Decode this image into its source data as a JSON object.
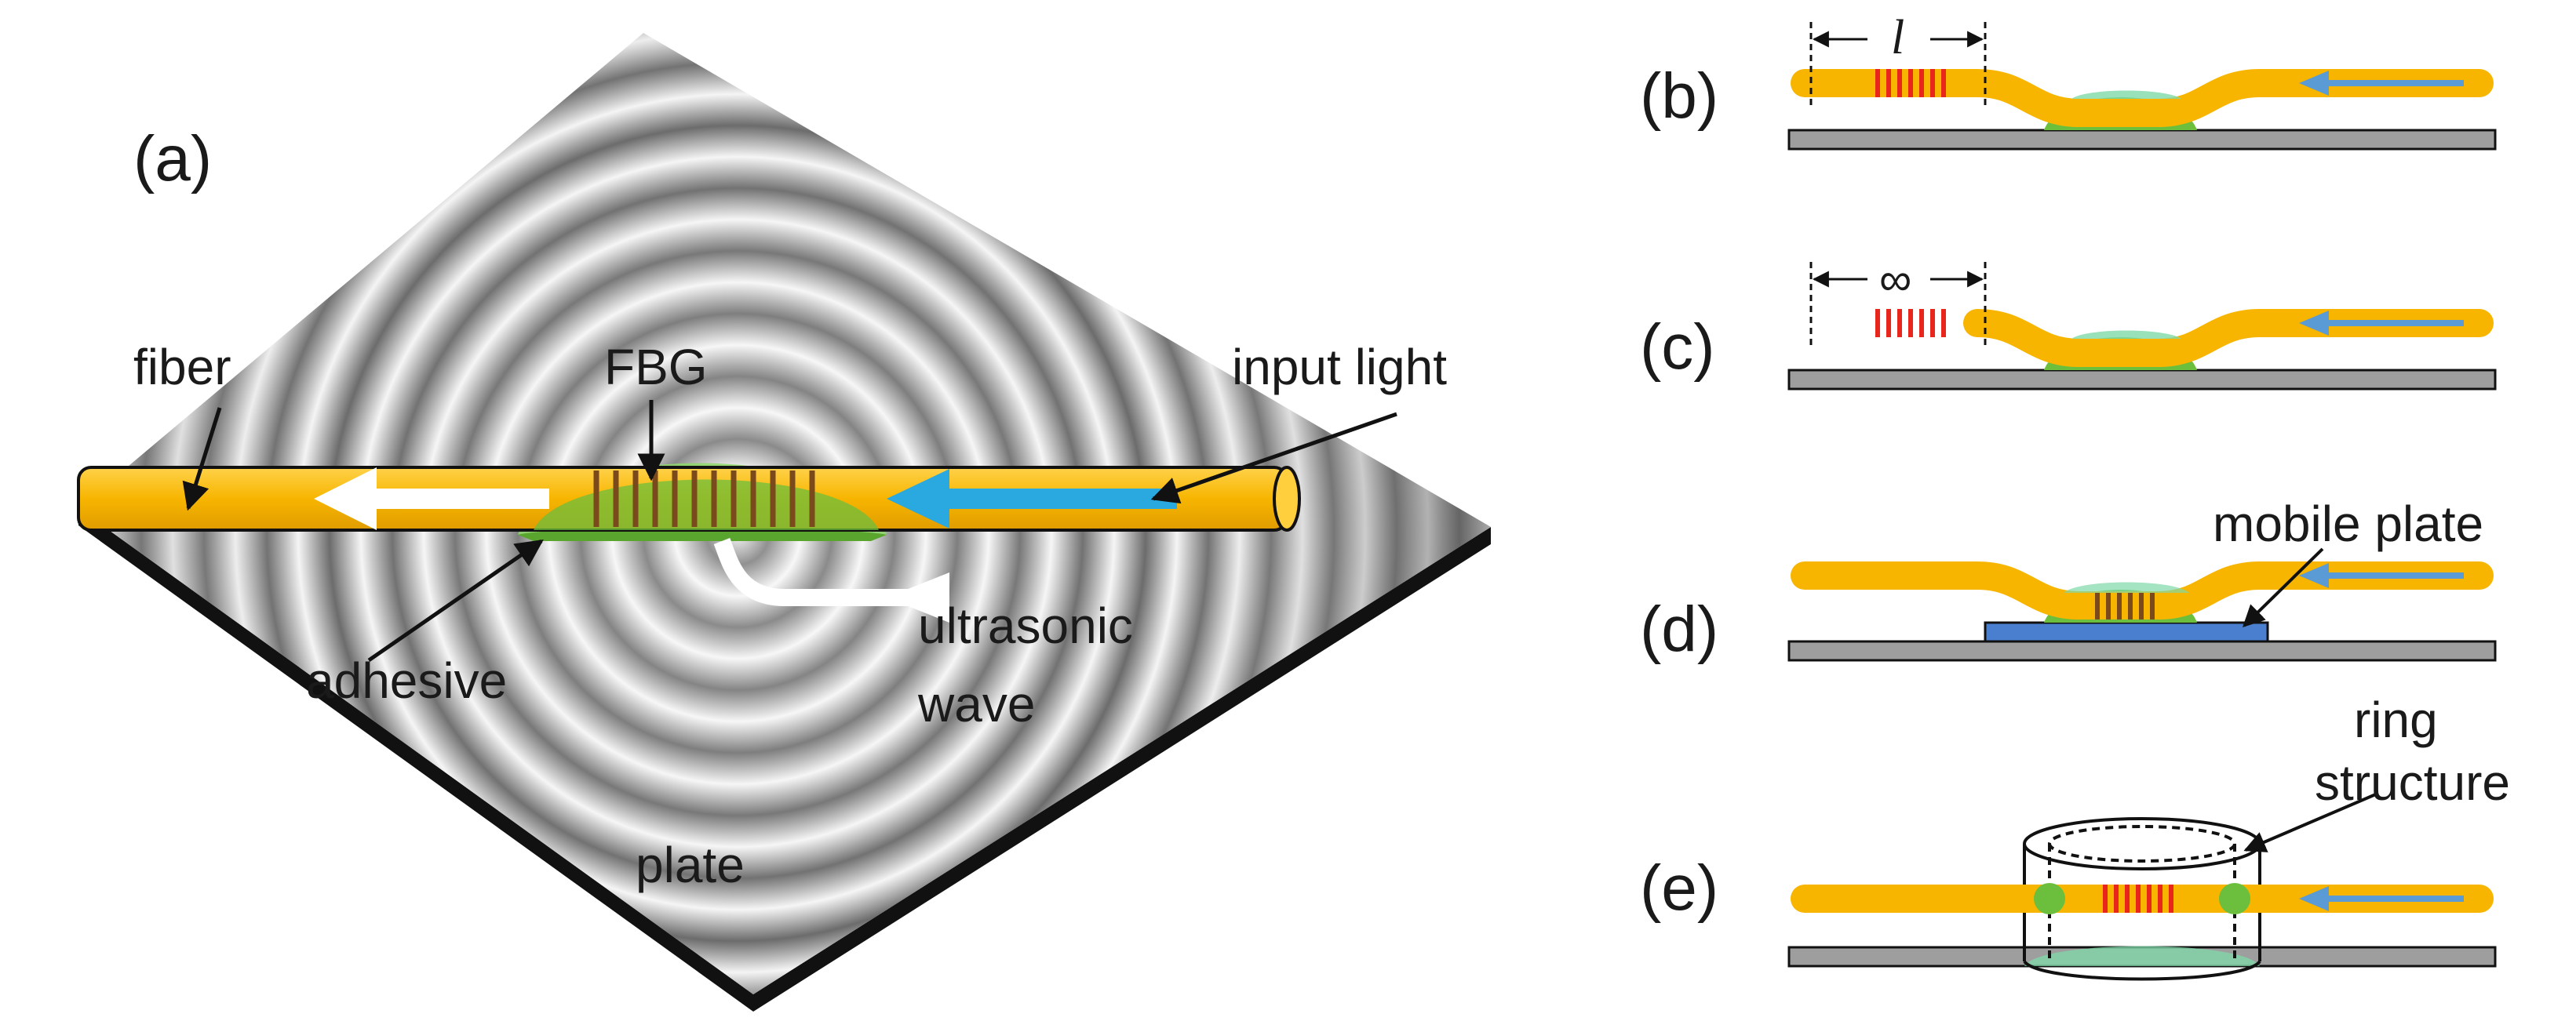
{
  "panels": {
    "a": "(a)",
    "b": "(b)",
    "c": "(c)",
    "d": "(d)",
    "e": "(e)"
  },
  "labels": {
    "fiber": "fiber",
    "fbg": "FBG",
    "input_light": "input light",
    "adhesive": "adhesive",
    "ultrasonic_line1": "ultrasonic",
    "ultrasonic_line2": "wave",
    "plate": "plate",
    "mobile_plate": "mobile plate",
    "ring_line1": "ring",
    "ring_line2": "structure"
  },
  "dimensions": {
    "b_length": "l",
    "c_length": "∞"
  },
  "colors": {
    "fiber": "#f7b500",
    "adhesive": "#6cbf3c",
    "grating": "#e8261c",
    "light_arrow": "#5b9bd5",
    "plate": "#9e9e9e",
    "mobile_plate": "#4a7fd0"
  }
}
